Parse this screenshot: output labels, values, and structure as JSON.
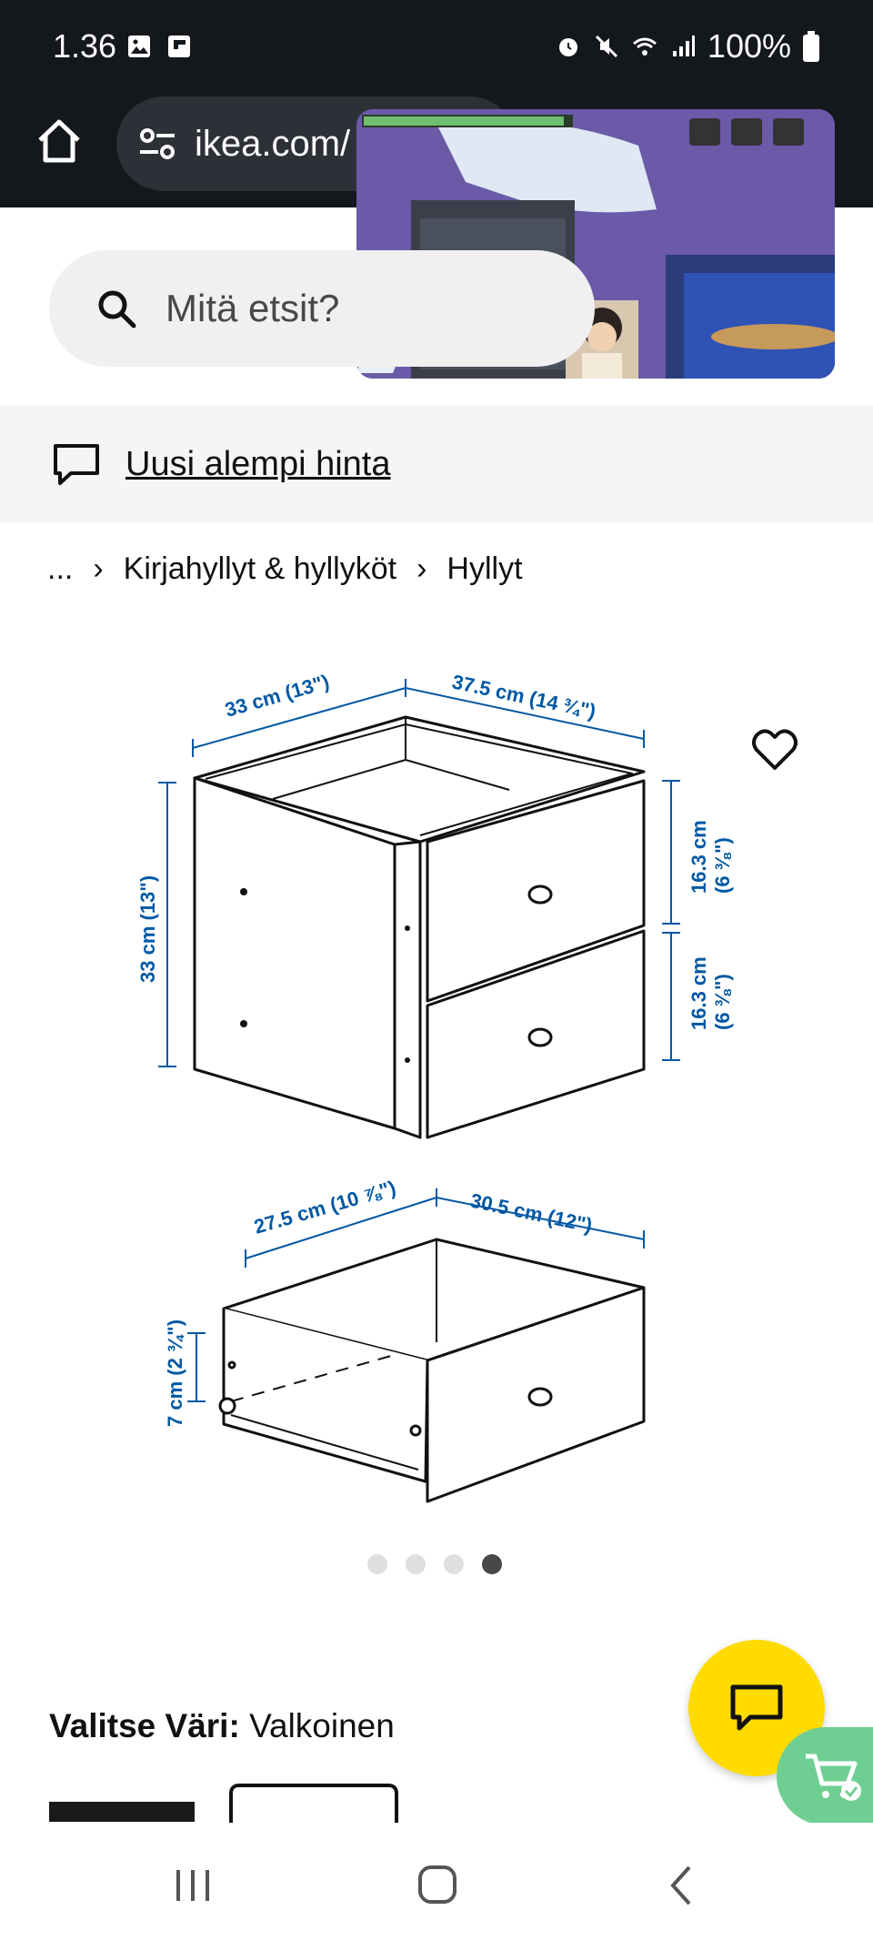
{
  "status_bar": {
    "time": "1.36",
    "battery": "100%",
    "left_icons": [
      "gallery-icon",
      "flipboard-icon"
    ],
    "right_icons": [
      "alarm-icon",
      "mute-icon",
      "wifi-icon",
      "signal-icon",
      "battery-icon"
    ]
  },
  "browser": {
    "url": "ikea.com/",
    "home_icon": "home-icon",
    "site_settings_icon": "tune-icon"
  },
  "search": {
    "placeholder": "Mitä etsit?",
    "icon": "search-icon"
  },
  "banner": {
    "text": "Uusi alempi hinta",
    "icon": "chat-bubble-icon"
  },
  "breadcrumb": {
    "ellipsis": "...",
    "items": [
      "Kirjahyllyt & hyllyköt",
      "Hyllyt"
    ]
  },
  "product_image": {
    "dimensions": {
      "width_left": "33 cm (13\")",
      "width_right": "37.5 cm (14 ¾\")",
      "height_left": "33 cm (13\")",
      "drawer_h1": "16.3 cm",
      "drawer_h1_in": "(6 ⅜\")",
      "drawer_h2": "16.3 cm",
      "drawer_h2_in": "(6 ⅜\")",
      "drawer_width": "27.5 cm (10 ⅞\")",
      "drawer_depth": "30.5 cm (12\")",
      "drawer_height": "7 cm (2 ¾\")"
    },
    "line_color": "#0058a3"
  },
  "carousel": {
    "count": 4,
    "active_index": 3
  },
  "color": {
    "label": "Valitse Väri:",
    "value": "Valkoinen"
  },
  "accent_colors": {
    "chat": "#ffdb00",
    "cart": "#6fcf93",
    "dimension": "#0058a3"
  }
}
